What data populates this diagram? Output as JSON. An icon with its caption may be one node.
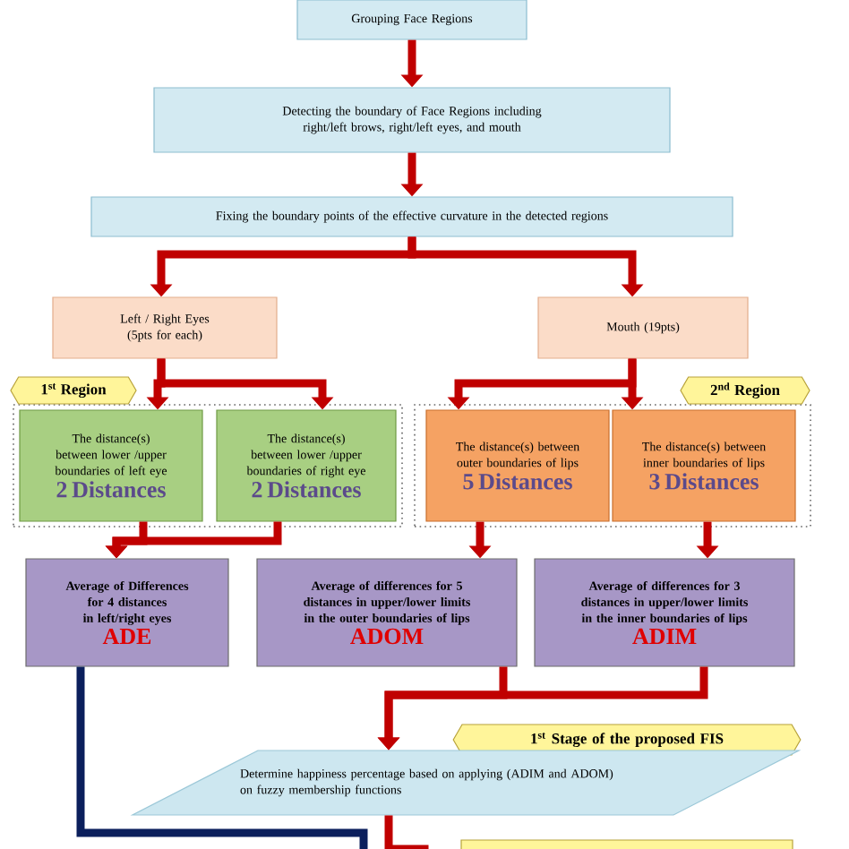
{
  "diagram": {
    "nodes": [
      {
        "text": [
          "Grouping Face Regions"
        ]
      },
      {
        "text": [
          "Detecting the boundary of Face Regions including right/left brows, right/left eyes, and mouth"
        ]
      },
      {
        "text": [
          "Fixing the boundary points of the effective curvature in the detected regions"
        ]
      },
      {
        "text": [
          "Left / Right Eyes (5pts for each)"
        ]
      },
      {
        "text": [
          "Mouth (19pts)"
        ]
      },
      {
        "text": [
          "1$^{st}$ Region"
        ]
      },
      {
        "text": [
          "The distance(s) between lower /upper boundaries of left eye",
          "2 Distances"
        ],
        "in": 5
      },
      {
        "text": [
          "The distance(s) between lower /upper boundaries of right eye",
          "2 Distances"
        ],
        "in": 5
      },
      {
        "text": [
          "2$^{nd}$ Region"
        ]
      },
      {
        "text": [
          "The distance(s) between outer boundaries of lips",
          "5 Distances"
        ],
        "in": 8
      },
      {
        "text": [
          "The distance(s) between inner boundaries of lips",
          "3 Distances"
        ],
        "in": 8
      },
      {
        "text": [
          "Average of Differences for 4 distances in left/right eyes",
          "ADE"
        ]
      },
      {
        "text": [
          "Average of differences for 5 distances in upper/lower limits in the outer boundaries of lips",
          "ADOM"
        ]
      },
      {
        "text": [
          "Average of differences for 3 distances in upper/lower limits in the inner boundaries of lips",
          "ADIM"
        ]
      },
      {
        "text": [
          "1$^{st}$ Stage of the proposed FIS"
        ]
      },
      {
        "text": [
          "Determine happiness percentage based on applying (ADIM and ADOM) on fuzzy membership functions"
        ]
      },
      {
        "text": [],
        "shape": "box"
      }
    ],
    "edges": [
      {
        "from": 0,
        "to": 1,
        "arrow": "to"
      },
      {
        "from": 1,
        "to": 2,
        "arrow": "to"
      },
      {
        "from": 2,
        "to": 3,
        "arrow": "to"
      },
      {
        "from": 2,
        "to": 4,
        "arrow": "to"
      },
      {
        "from": 3,
        "to": 6,
        "arrow": "to"
      },
      {
        "from": 3,
        "to": 7,
        "arrow": "to"
      },
      {
        "from": 4,
        "to": 9,
        "arrow": "to"
      },
      {
        "from": 4,
        "to": 10,
        "arrow": "to"
      },
      {
        "from": 6,
        "to": 11,
        "arrow": "to"
      },
      {
        "from": 7,
        "to": 11,
        "arrow": "to"
      },
      {
        "from": 9,
        "to": 12,
        "arrow": "to"
      },
      {
        "from": 10,
        "to": 13,
        "arrow": "to"
      },
      {
        "from": 12,
        "to": 15,
        "arrow": "to"
      },
      {
        "from": 13,
        "to": 15,
        "arrow": "to"
      },
      {
        "from": 15,
        "to": null,
        "arrow": "none"
      },
      {
        "from": 11,
        "to": null,
        "arrow": "none",
        "color": "#0b1f5c"
      }
    ]
  }
}
